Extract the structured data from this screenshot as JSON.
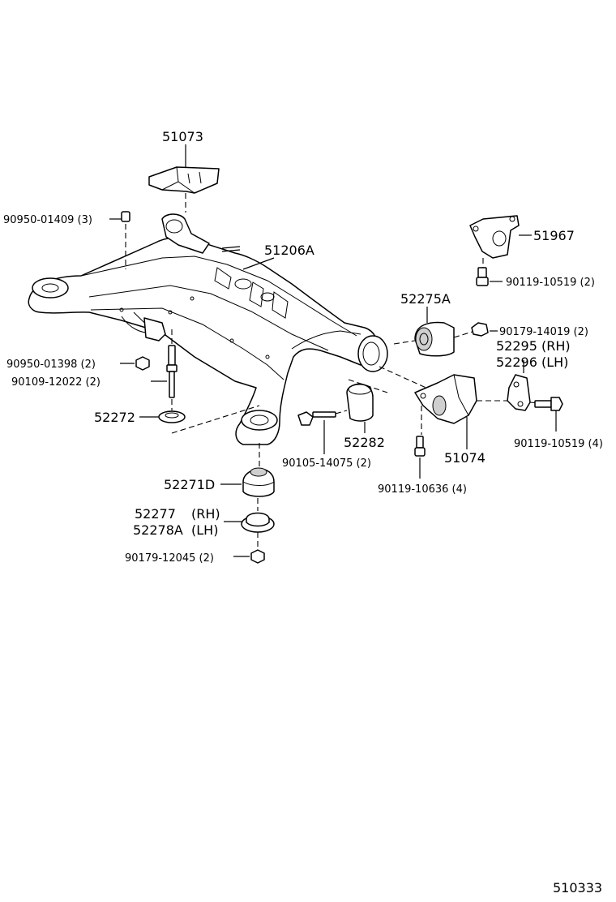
{
  "labels": {
    "p51073": "51073",
    "p9095001409": "90950-01409 (3)",
    "p51206a": "51206A",
    "p51967": "51967",
    "p9011910519a": "90119-10519 (2)",
    "p52275a": "52275A",
    "p9017914019": "90179-14019 (2)",
    "p52295": "52295 (RH)",
    "p52296": "52296 (LH)",
    "p9095001398": "90950-01398 (2)",
    "p9010912022": "90109-12022 (2)",
    "p52272": "52272",
    "p52282": "52282",
    "p51074": "51074",
    "p9011910519b": "90119-10519 (4)",
    "p9010514075": "90105-14075 (2)",
    "p9011910636": "90119-10636 (4)",
    "p52271d": "52271D",
    "p52277": "52277",
    "p52277side": "(RH)",
    "p52278a": "52278A",
    "p52278aside": "(LH)",
    "p9017912045": "90179-12045 (2)"
  },
  "figure_number": "510333"
}
